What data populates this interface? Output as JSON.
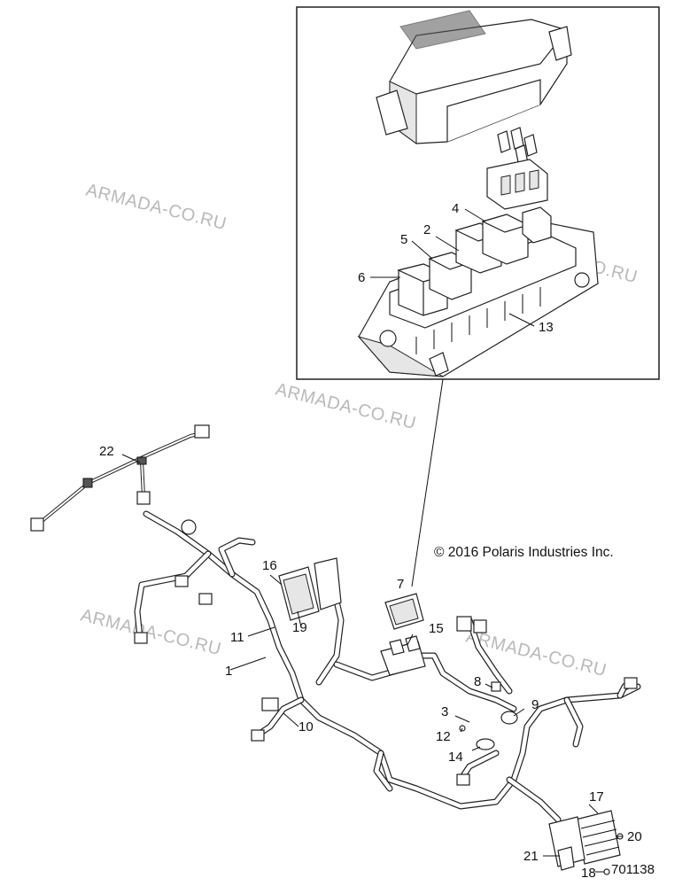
{
  "copyright": "© 2016 Polaris Industries Inc.",
  "diagram_number": "701138",
  "watermark": "ARMADA-CO.RU",
  "callouts": {
    "c1": "1",
    "c2": "2",
    "c3": "3",
    "c4": "4",
    "c5": "5",
    "c6": "6",
    "c7": "7",
    "c8": "8",
    "c9": "9",
    "c10": "10",
    "c11": "11",
    "c12": "12",
    "c13": "13",
    "c14": "14",
    "c15": "15",
    "c16": "16",
    "c17": "17",
    "c18": "18",
    "c19": "19",
    "c20": "20",
    "c21": "21",
    "c22": "22"
  }
}
